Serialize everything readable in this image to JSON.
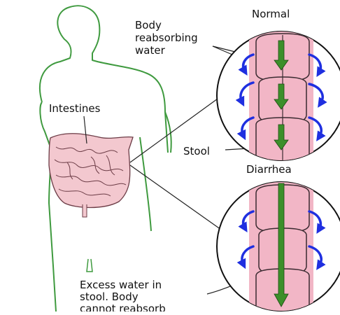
{
  "labels": {
    "normal": "Normal",
    "diarrhea": "Diarrhea",
    "body_reabsorbing": [
      "Body",
      "reabsorbing",
      "water"
    ],
    "intestines": "Intestines",
    "stool": "Stool",
    "excess_water": [
      "Excess water in",
      "stool. Body",
      "cannot reabsorb"
    ]
  },
  "colors": {
    "body_outline": "#3f9a3f",
    "intestine_fill": "#f3c8cf",
    "intestine_line": "#6b3b45",
    "colon_fill": "#f2b6c6",
    "arrow_green": "#3c8f2a",
    "arrow_blue": "#1f2fe0",
    "pointer_line": "#222222"
  },
  "icons": {
    "stool_arrow": "green-down-arrow-icon",
    "water_arrow": "blue-curved-arrow-icon"
  }
}
